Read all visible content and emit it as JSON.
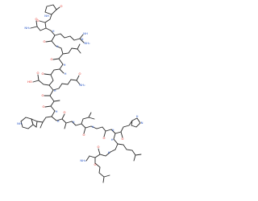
{
  "diagram": {
    "type": "skeletal-structure",
    "atoms": [
      {
        "id": "o_pyro",
        "label": "O",
        "color": "#e2231a"
      },
      {
        "id": "nh_pyro",
        "label": "NH",
        "color": "#2a58c8"
      },
      {
        "id": "o_1",
        "label": "O",
        "color": "#e2231a"
      },
      {
        "id": "nh_1",
        "label": "H",
        "color": "#2a58c8"
      },
      {
        "id": "nh2_gln1",
        "label": "NH₂",
        "color": "#2a58c8"
      },
      {
        "id": "o_gln1",
        "label": "O",
        "color": "#e2231a"
      },
      {
        "id": "n_arg_back",
        "label": "H",
        "color": "#2a58c8"
      },
      {
        "id": "o_arg",
        "label": "O",
        "color": "#e2231a"
      },
      {
        "id": "nh_guan",
        "label": "NH",
        "color": "#2a58c8"
      },
      {
        "id": "nh2_guan",
        "label": "NH₂",
        "color": "#2a58c8"
      },
      {
        "id": "n_guan",
        "label": "N",
        "color": "#2a58c8"
      },
      {
        "id": "nh_leu1",
        "label": "H",
        "color": "#2a58c8"
      },
      {
        "id": "o_leu1",
        "label": "O",
        "color": "#e2231a"
      },
      {
        "id": "nh_gly",
        "label": "H",
        "color": "#2a58c8"
      },
      {
        "id": "o_gly",
        "label": "O",
        "color": "#e2231a"
      },
      {
        "id": "oh_asp",
        "label": "HO",
        "color": "#e2231a"
      },
      {
        "id": "o_asp",
        "label": "O",
        "color": "#e2231a"
      },
      {
        "id": "nh_asp",
        "label": "H",
        "color": "#2a58c8"
      },
      {
        "id": "o_asp2",
        "label": "O",
        "color": "#e2231a"
      },
      {
        "id": "nh2_gln2",
        "label": "NH₂",
        "color": "#2a58c8"
      },
      {
        "id": "o_gln2",
        "label": "O",
        "color": "#e2231a"
      },
      {
        "id": "nh_gln2",
        "label": "H",
        "color": "#2a58c8"
      },
      {
        "id": "nh_trp",
        "label": "NH",
        "color": "#2a58c8"
      },
      {
        "id": "o_trp",
        "label": "O",
        "color": "#e2231a"
      },
      {
        "id": "nh_trp_back",
        "label": "H",
        "color": "#2a58c8"
      },
      {
        "id": "o_ala",
        "label": "O",
        "color": "#e2231a"
      },
      {
        "id": "nh_ala",
        "label": "H",
        "color": "#2a58c8"
      },
      {
        "id": "o_val",
        "label": "O",
        "color": "#e2231a"
      },
      {
        "id": "nh_val",
        "label": "H",
        "color": "#2a58c8"
      },
      {
        "id": "o_gly2",
        "label": "O",
        "color": "#e2231a"
      },
      {
        "id": "nh_gly2",
        "label": "H",
        "color": "#2a58c8"
      },
      {
        "id": "n_his",
        "label": "N",
        "color": "#2a58c8"
      },
      {
        "id": "nh_his",
        "label": "H",
        "color": "#2a58c8"
      },
      {
        "id": "o_his",
        "label": "O",
        "color": "#e2231a"
      },
      {
        "id": "nh_his_back",
        "label": "H",
        "color": "#2a58c8"
      },
      {
        "id": "o_leu2",
        "label": "O",
        "color": "#e2231a"
      },
      {
        "id": "nh_leu3",
        "label": "H",
        "color": "#2a58c8"
      },
      {
        "id": "nh2_term",
        "label": "NH₂",
        "color": "#2a58c8"
      },
      {
        "id": "o_term",
        "label": "O",
        "color": "#e2231a"
      }
    ]
  }
}
